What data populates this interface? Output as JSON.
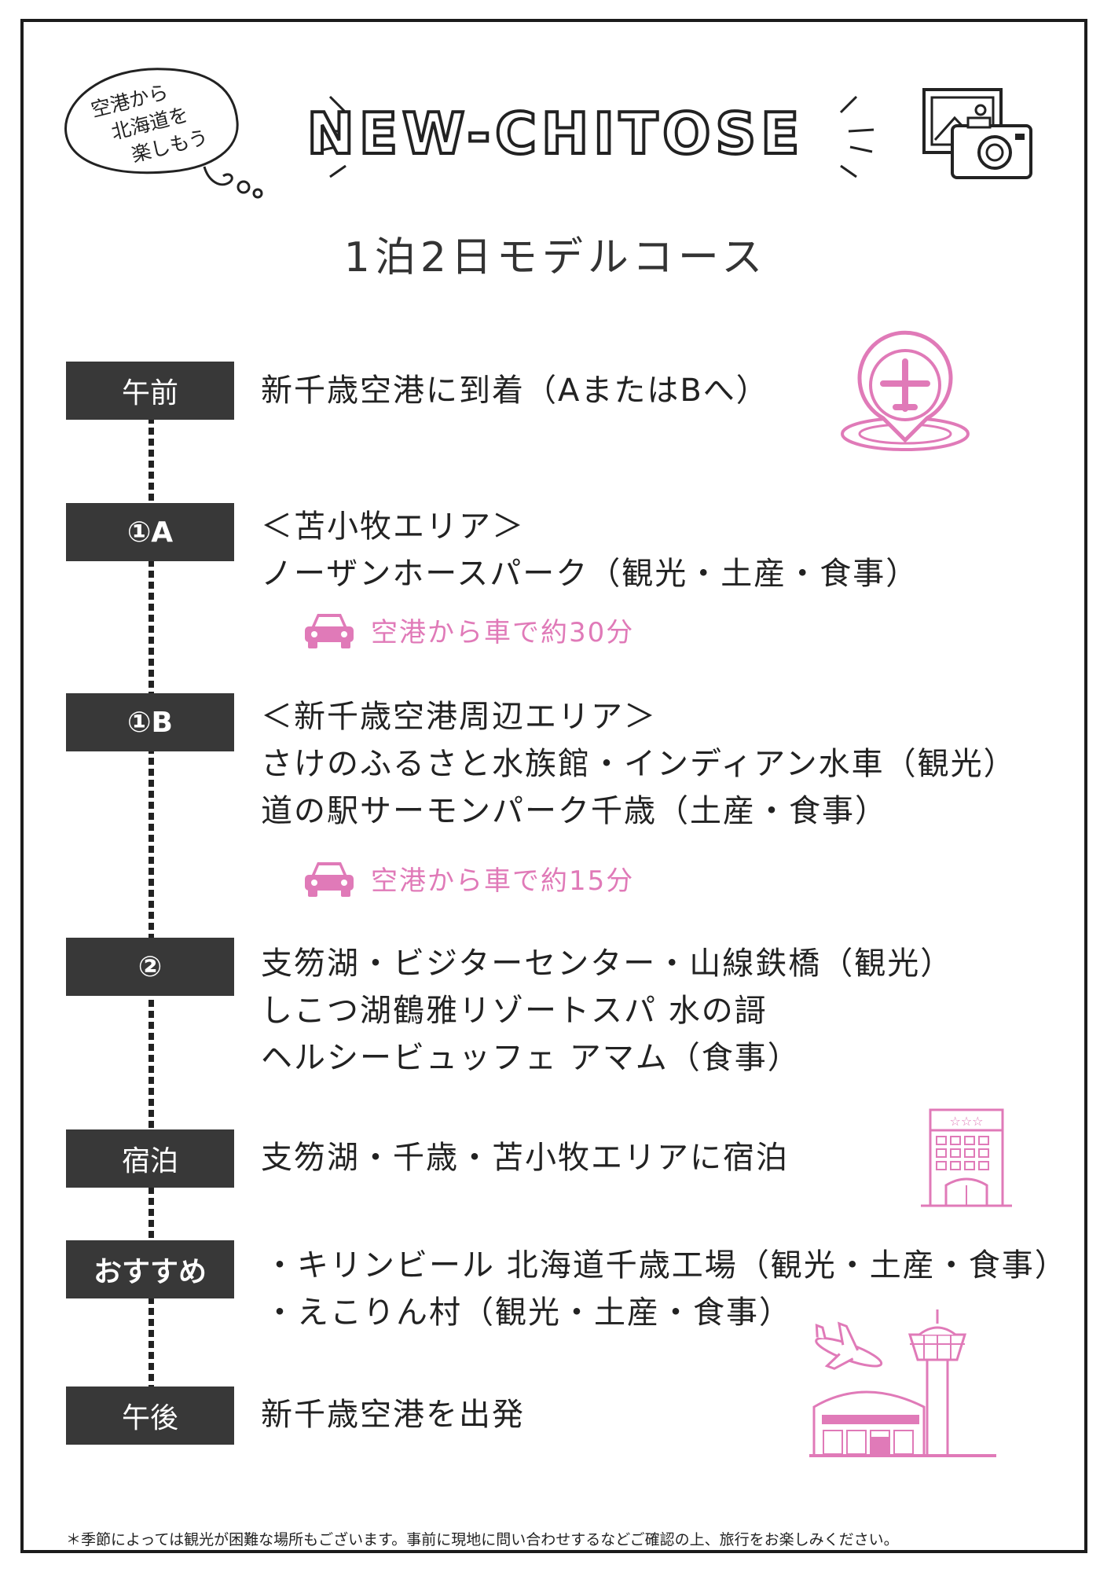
{
  "header": {
    "bubble_lines": [
      "空港から",
      "北海道を",
      "楽しもう"
    ],
    "title": "NEW-CHITOSE",
    "subtitle": "1泊2日モデルコース"
  },
  "accent_color": "#e07ab8",
  "schedule": [
    {
      "label": "午前",
      "lines": [
        "新千歳空港に到着（AまたはBへ）"
      ]
    },
    {
      "label": "①A",
      "lines": [
        "＜苫小牧エリア＞",
        "ノーザンホースパーク（観光・土産・食事）"
      ],
      "car": "空港から車で約30分"
    },
    {
      "label": "①B",
      "lines": [
        "＜新千歳空港周辺エリア＞",
        "さけのふるさと水族館・インディアン水車（観光）",
        "道の駅サーモンパーク千歳（土産・食事）"
      ],
      "car": "空港から車で約15分"
    },
    {
      "label": "②",
      "lines": [
        "支笏湖・ビジターセンター・山線鉄橋（観光）",
        "しこつ湖鶴雅リゾートスパ 水の謌",
        "ヘルシービュッフェ アマム（食事）"
      ]
    },
    {
      "label": "宿泊",
      "lines": [
        "支笏湖・千歳・苫小牧エリアに宿泊"
      ]
    },
    {
      "label": "おすすめ",
      "lines": [
        "・キリンビール 北海道千歳工場（観光・土産・食事）",
        "・えこりん村（観光・土産・食事）"
      ]
    },
    {
      "label": "午後",
      "lines": [
        "新千歳空港を出発"
      ]
    }
  ],
  "footnote": "＊季節によっては観光が困難な場所もございます。事前に現地に問い合わせするなどご確認の上、旅行をお楽しみください。"
}
